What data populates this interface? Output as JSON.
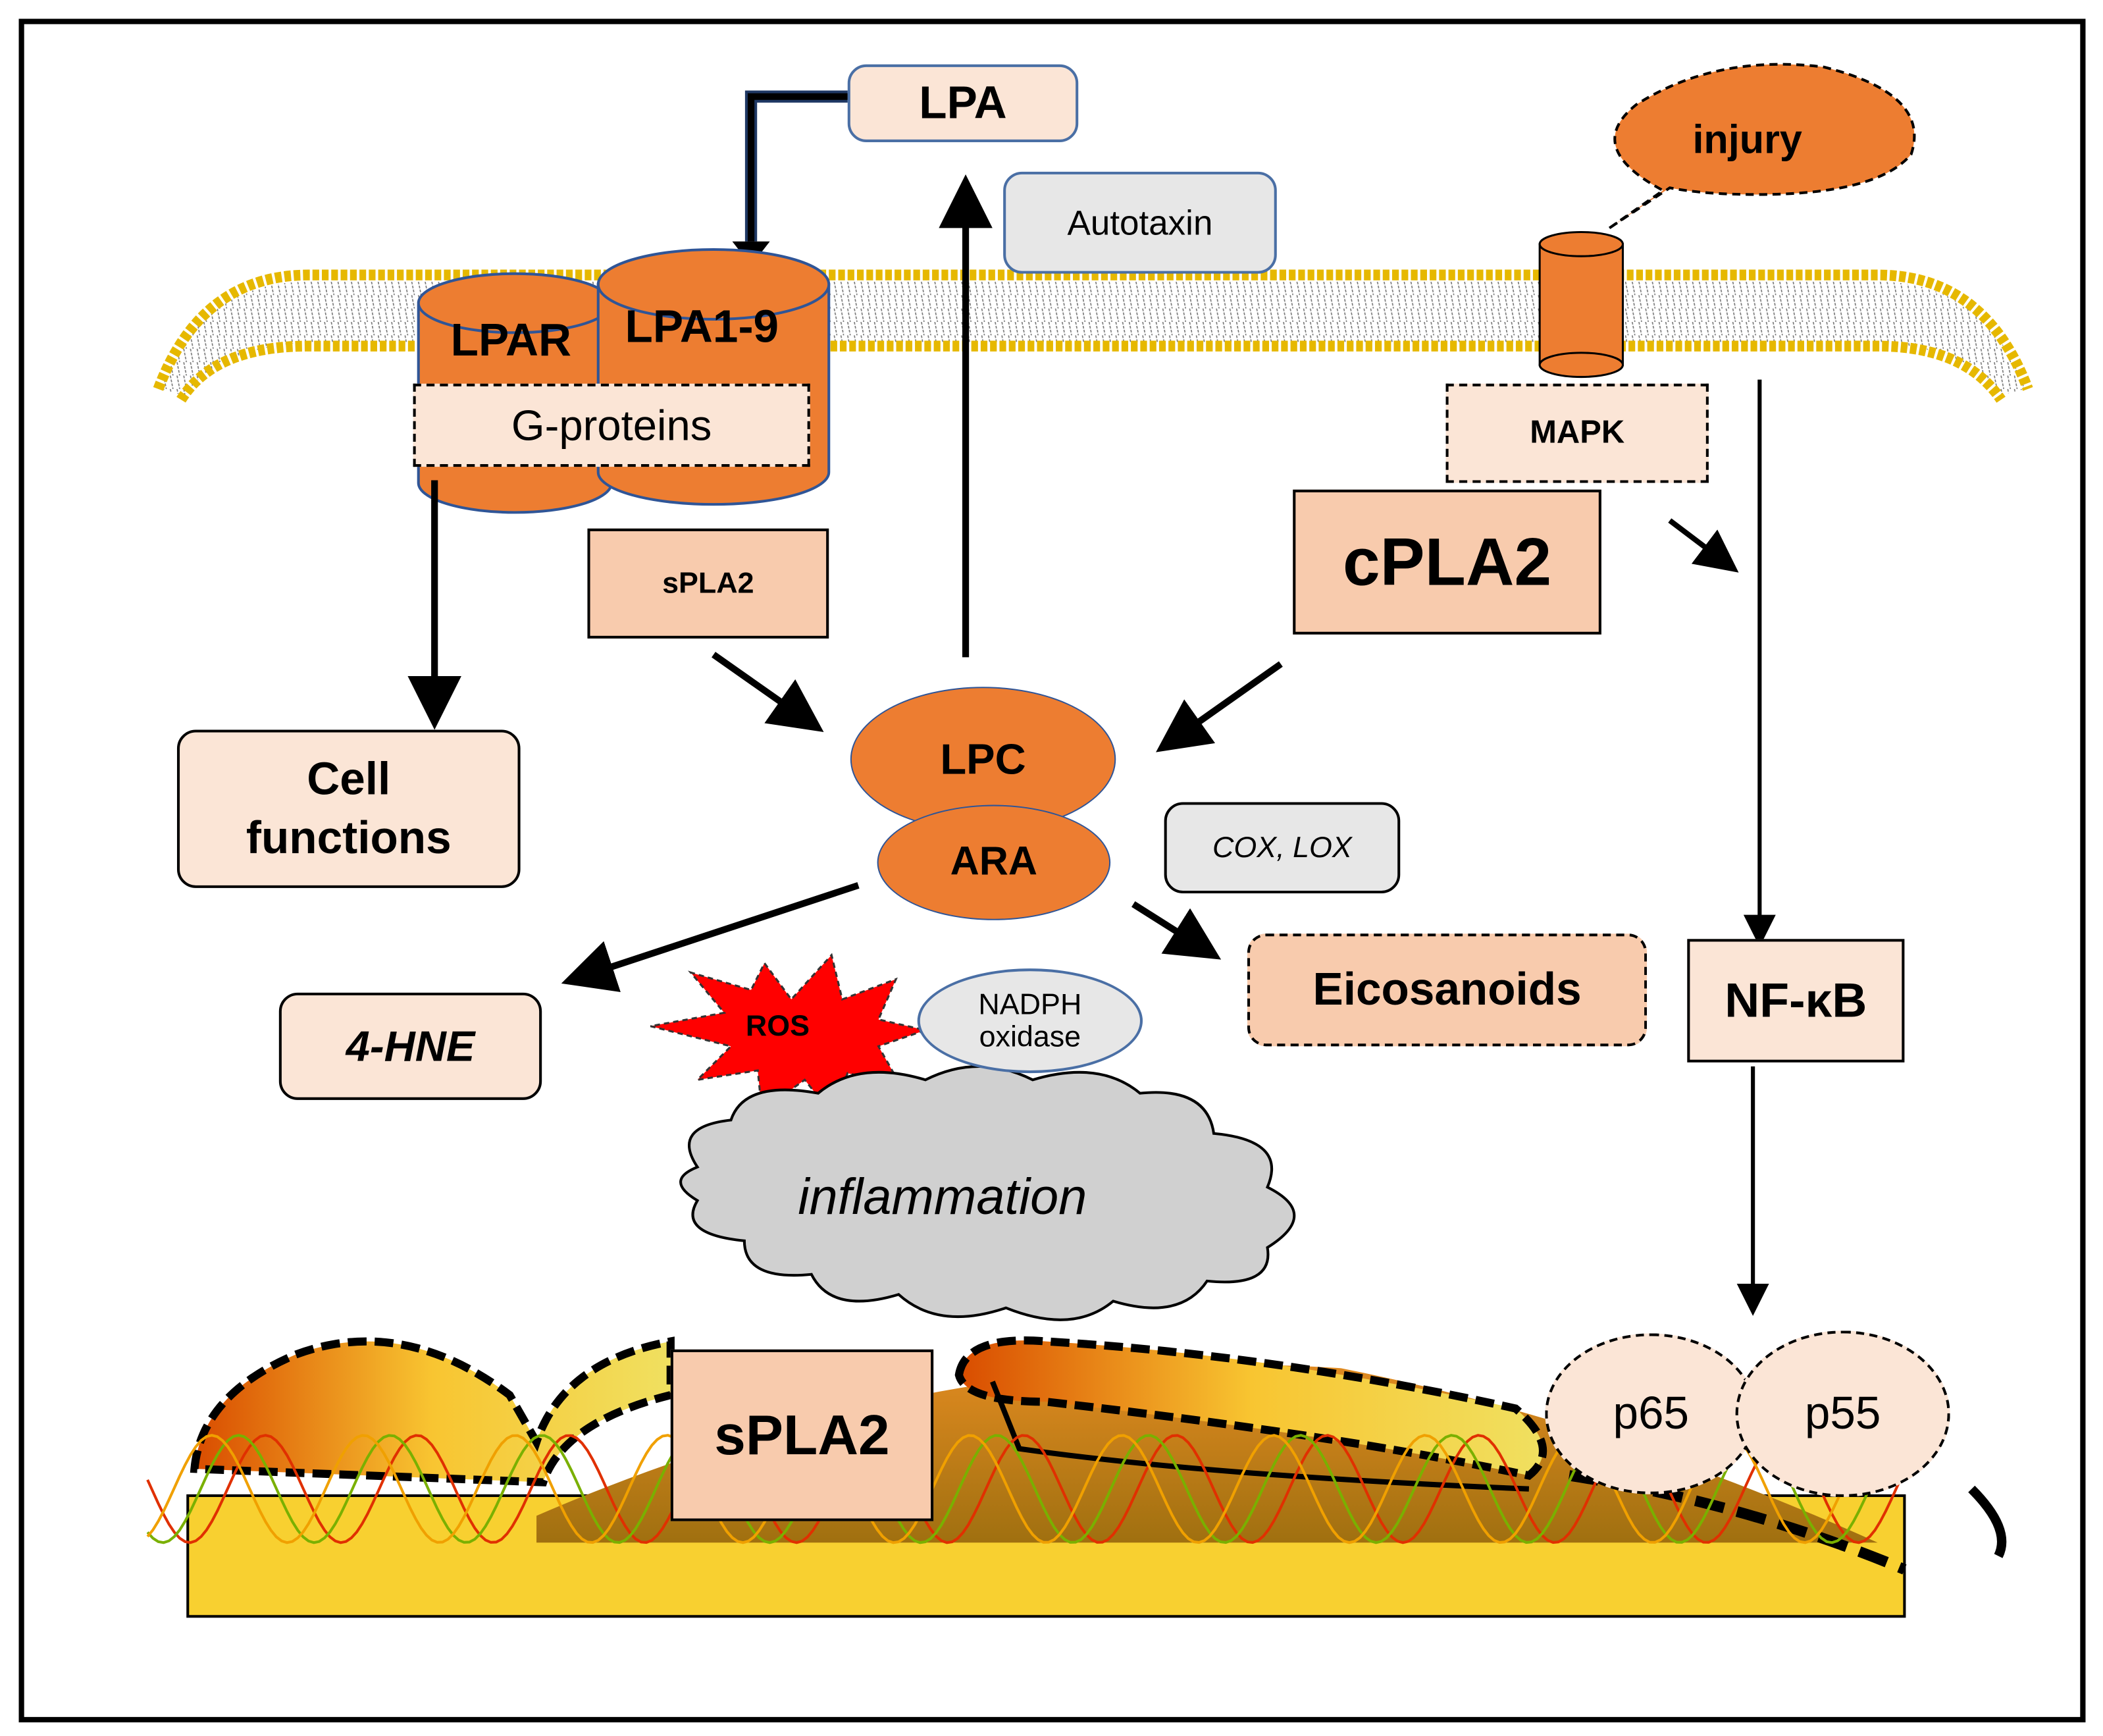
{
  "labels": {
    "lpa": "LPA",
    "autotaxin": "Autotaxin",
    "injury": "injury",
    "lpar": "LPAR",
    "lpa19": "LPA1-9",
    "g_proteins": "G-proteins",
    "mapk": "MAPK",
    "cpla2": "cPLA2",
    "spla2_top": "sPLA2",
    "lpc": "LPC",
    "ara": "ARA",
    "cell_functions_1": "Cell",
    "cell_functions_2": "functions",
    "cox_lox": "COX, LOX",
    "eicosanoids": "Eicosanoids",
    "nfkb": "NF-κB",
    "hne": "4-HNE",
    "ros": "ROS",
    "nadph_1": "NADPH",
    "nadph_2": "oxidase",
    "inflammation": "inflammation",
    "spla2_bottom": "sPLA2",
    "p65": "p65",
    "p55": "p55"
  },
  "colors": {
    "orange": "#ed7d31",
    "peach": "#fbe5d6",
    "salmon": "#f8cbad",
    "grey": "#e7e7e7",
    "ros_red": "#ff0000",
    "cloud_grey": "#d0d0d0",
    "membrane_gold": "#f2c200"
  }
}
